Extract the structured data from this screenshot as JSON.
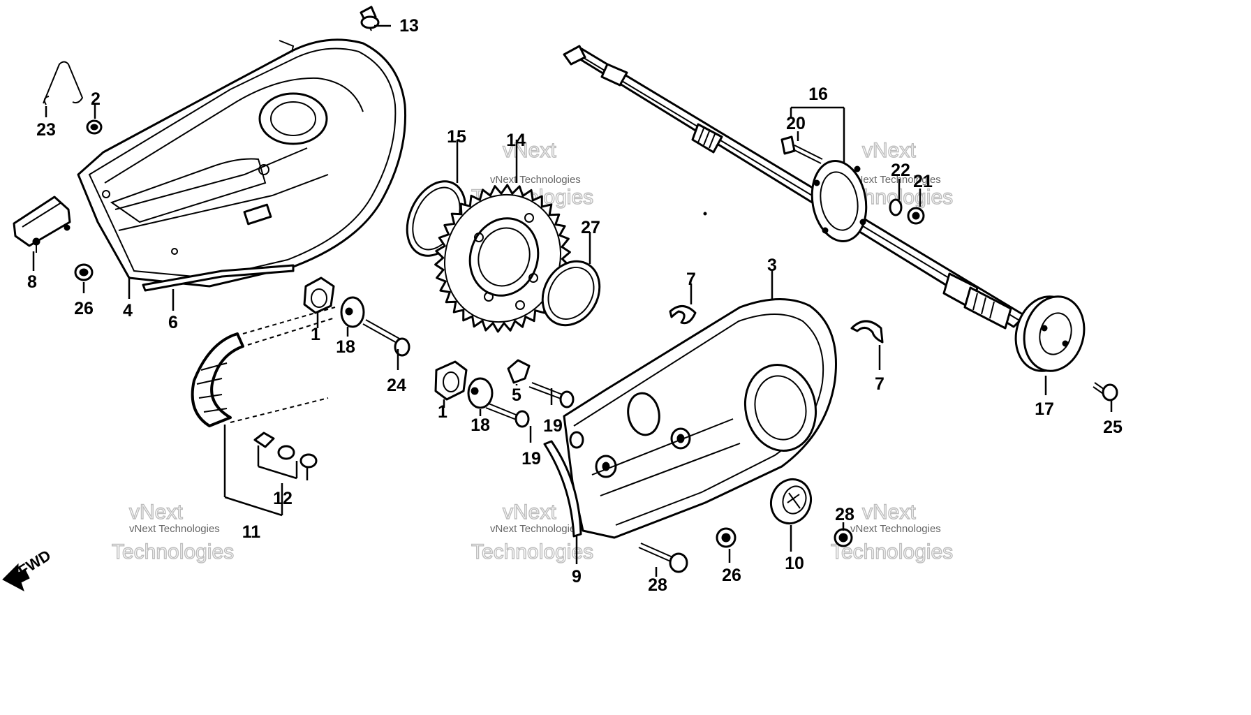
{
  "watermark": {
    "brand": "vNext",
    "line": "vNext Technologies",
    "big": "Technologies"
  },
  "direction_label": "FWD",
  "callouts": [
    "1",
    "1",
    "2",
    "3",
    "4",
    "5",
    "6",
    "7",
    "7",
    "8",
    "9",
    "10",
    "11",
    "12",
    "13",
    "14",
    "15",
    "16",
    "17",
    "18",
    "18",
    "19",
    "19",
    "20",
    "21",
    "22",
    "23",
    "24",
    "25",
    "26",
    "26",
    "27",
    "28",
    "28"
  ]
}
